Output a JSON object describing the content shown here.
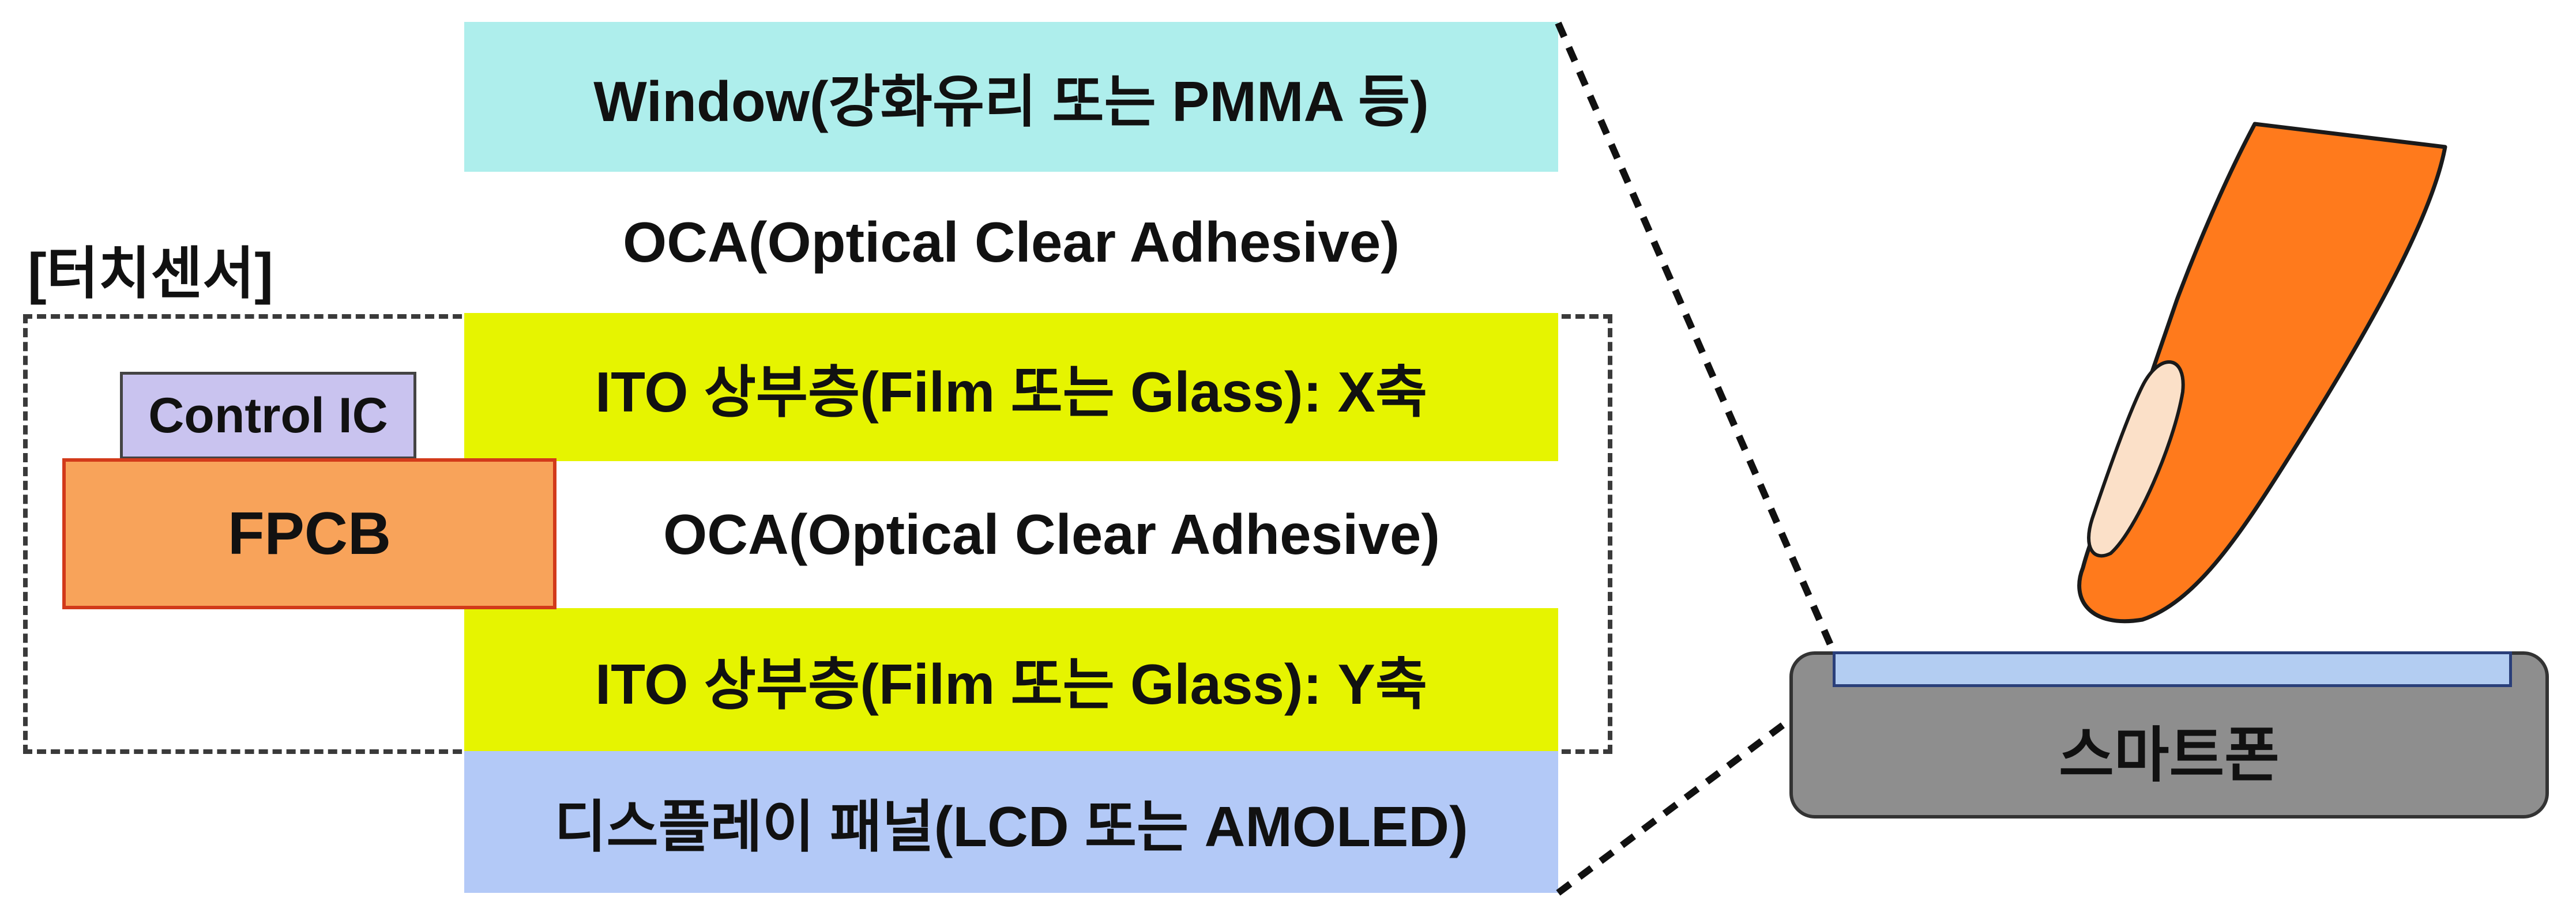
{
  "touch_sensor": {
    "label": "[터치센서]"
  },
  "layers": [
    {
      "id": "window",
      "label": "Window(강화유리 또는 PMMA 등)",
      "color": "#aeeeec"
    },
    {
      "id": "oca-1",
      "label": "OCA(Optical Clear Adhesive)",
      "color": "#ffffff"
    },
    {
      "id": "ito-x",
      "label": "ITO 상부층(Film 또는 Glass): X축",
      "color": "#e6f400"
    },
    {
      "id": "oca-2",
      "label": "OCA(Optical Clear Adhesive)",
      "color": "#ffffff"
    },
    {
      "id": "ito-y",
      "label": "ITO 상부층(Film 또는 Glass): Y축",
      "color": "#e6f400"
    },
    {
      "id": "display",
      "label": "디스플레이 패널(LCD 또는 AMOLED)",
      "color": "#b3c9f7"
    }
  ],
  "control_ic": {
    "label": "Control IC",
    "color": "#c9c3ef"
  },
  "fpcb": {
    "label": "FPCB",
    "color": "#f8a35a"
  },
  "smartphone": {
    "label": "스마트폰",
    "body_color": "#8e8e8e",
    "screen_color": "#b3cdf2"
  },
  "finger": {
    "icon": "finger-icon",
    "color": "#ff7a1c",
    "nail_color": "#fbe0c8"
  }
}
